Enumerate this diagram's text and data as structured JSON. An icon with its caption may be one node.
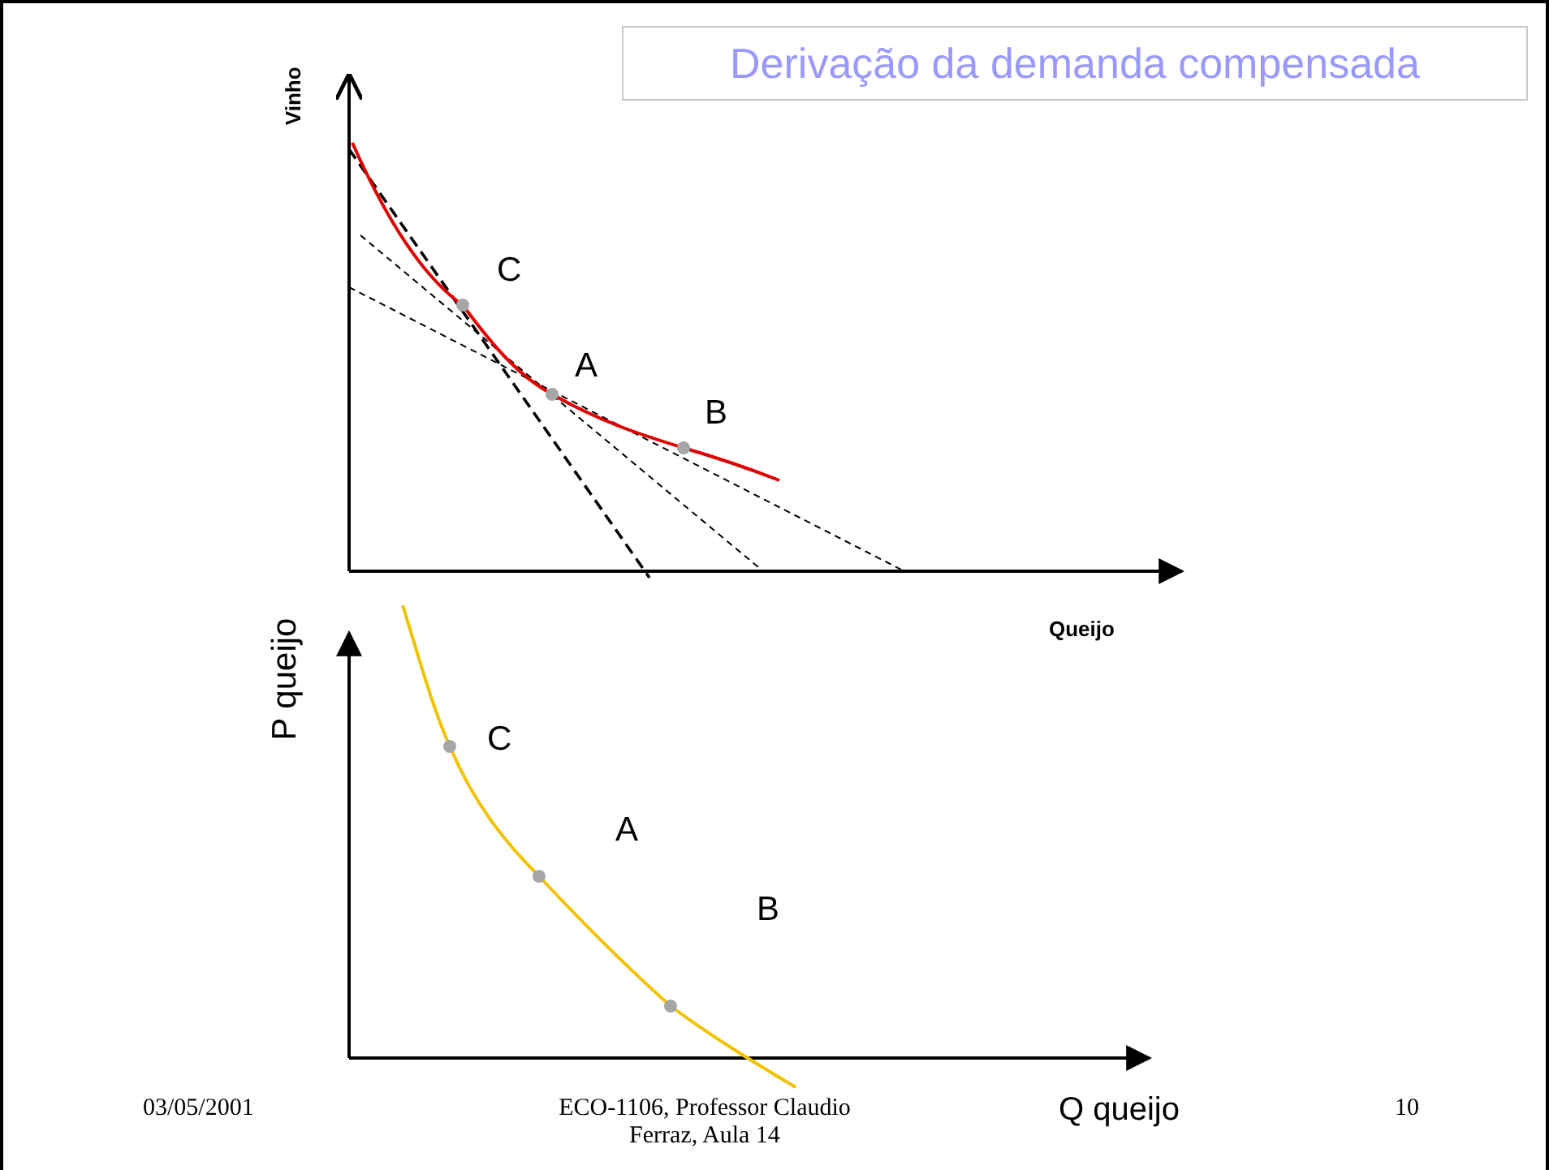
{
  "diagram": {
    "title": "Derivação da demanda compensada",
    "labels": [
      "Vinho",
      "C",
      "A",
      "B",
      "Queijo",
      "P queijo",
      "C",
      "A",
      "B",
      "Q queijo",
      "03/05/2001",
      "ECO-1106, Professor Claudio Ferraz, Aula 14",
      "10"
    ]
  }
}
